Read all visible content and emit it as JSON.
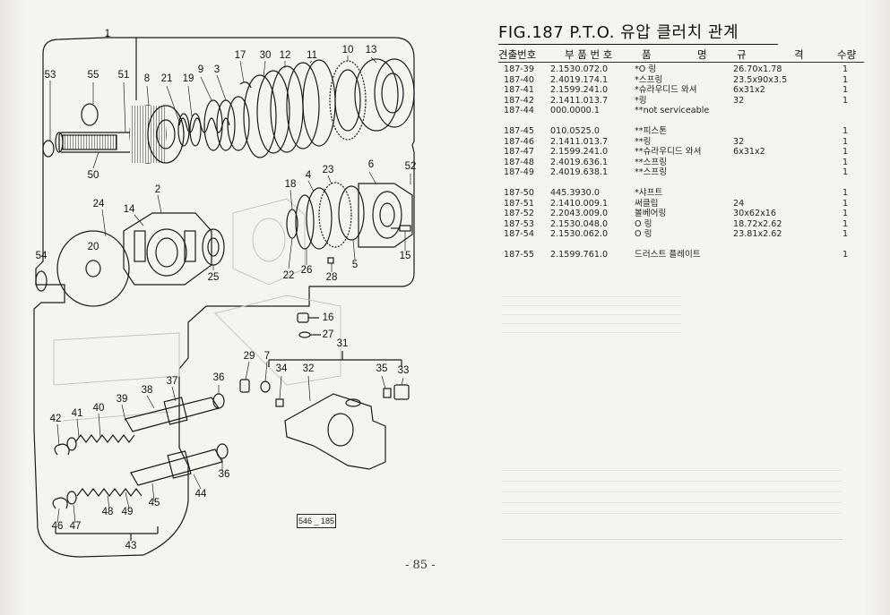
{
  "figure": {
    "title": "FIG.187 P.T.O. 유압 클러치 관계",
    "ref_code": "546 _ 185",
    "page_number": "- 85 -"
  },
  "columns": {
    "index": "견출번호",
    "part_number": "부 품 번 호",
    "name_left": "품",
    "name_right": "명",
    "spec_left": "규",
    "spec_right": "격",
    "qty": "수량"
  },
  "parts": [
    {
      "index": "187-39",
      "part_number": "2.1530.072.0",
      "name": "*O 링",
      "spec": "26.70x1.78",
      "qty": "1",
      "gap": false
    },
    {
      "index": "187-40",
      "part_number": "2.4019.174.1",
      "name": "*스프링",
      "spec": "23.5x90x3.5",
      "qty": "1",
      "gap": false
    },
    {
      "index": "187-41",
      "part_number": "2.1599.241.0",
      "name": "*슈라우디드 와셔",
      "spec": "6x31x2",
      "qty": "1",
      "gap": false
    },
    {
      "index": "187-42",
      "part_number": "2.1411.013.7",
      "name": "*링",
      "spec": "32",
      "qty": "1",
      "gap": false
    },
    {
      "index": "187-44",
      "part_number": "000.0000.1",
      "name": "**not serviceable",
      "spec": "",
      "qty": "",
      "gap": false
    },
    {
      "index": "187-45",
      "part_number": "010.0525.0",
      "name": "**피스톤",
      "spec": "",
      "qty": "1",
      "gap": true
    },
    {
      "index": "187-46",
      "part_number": "2.1411.013.7",
      "name": "**링",
      "spec": "32",
      "qty": "1",
      "gap": false
    },
    {
      "index": "187-47",
      "part_number": "2.1599.241.0",
      "name": "**슈라우디드 와셔",
      "spec": "6x31x2",
      "qty": "1",
      "gap": false
    },
    {
      "index": "187-48",
      "part_number": "2.4019.636.1",
      "name": "**스프링",
      "spec": "",
      "qty": "1",
      "gap": false
    },
    {
      "index": "187-49",
      "part_number": "2.4019.638.1",
      "name": "**스프링",
      "spec": "",
      "qty": "1",
      "gap": false
    },
    {
      "index": "187-50",
      "part_number": "445.3930.0",
      "name": "*샤프트",
      "spec": "",
      "qty": "1",
      "gap": true
    },
    {
      "index": "187-51",
      "part_number": "2.1410.009.1",
      "name": "써클립",
      "spec": "24",
      "qty": "1",
      "gap": false
    },
    {
      "index": "187-52",
      "part_number": "2.2043.009.0",
      "name": "볼베어링",
      "spec": "30x62x16",
      "qty": "1",
      "gap": false
    },
    {
      "index": "187-53",
      "part_number": "2.1530.048.0",
      "name": "O 링",
      "spec": "18.72x2.62",
      "qty": "1",
      "gap": false
    },
    {
      "index": "187-54",
      "part_number": "2.1530.062.0",
      "name": "O 링",
      "spec": "23.81x2.62",
      "qty": "1",
      "gap": false
    },
    {
      "index": "187-55",
      "part_number": "2.1599.761.0",
      "name": "드러스트 플레이트",
      "spec": "",
      "qty": "1",
      "gap": true
    }
  ],
  "callouts": [
    {
      "label": "1"
    },
    {
      "label": "53"
    },
    {
      "label": "55"
    },
    {
      "label": "51"
    },
    {
      "label": "8"
    },
    {
      "label": "21"
    },
    {
      "label": "19"
    },
    {
      "label": "9"
    },
    {
      "label": "3"
    },
    {
      "label": "17"
    },
    {
      "label": "30"
    },
    {
      "label": "12"
    },
    {
      "label": "11"
    },
    {
      "label": "10"
    },
    {
      "label": "13"
    },
    {
      "label": "50"
    },
    {
      "label": "52"
    },
    {
      "label": "6"
    },
    {
      "label": "23"
    },
    {
      "label": "18"
    },
    {
      "label": "4"
    },
    {
      "label": "24"
    },
    {
      "label": "14"
    },
    {
      "label": "2"
    },
    {
      "label": "20"
    },
    {
      "label": "54"
    },
    {
      "label": "25"
    },
    {
      "label": "22"
    },
    {
      "label": "26"
    },
    {
      "label": "28"
    },
    {
      "label": "5"
    },
    {
      "label": "15"
    },
    {
      "label": "16"
    },
    {
      "label": "27"
    },
    {
      "label": "31"
    },
    {
      "label": "29"
    },
    {
      "label": "7"
    },
    {
      "label": "34"
    },
    {
      "label": "32"
    },
    {
      "label": "35"
    },
    {
      "label": "33"
    },
    {
      "label": "36"
    },
    {
      "label": "37"
    },
    {
      "label": "38"
    },
    {
      "label": "39"
    },
    {
      "label": "40"
    },
    {
      "label": "41"
    },
    {
      "label": "42"
    },
    {
      "label": "36"
    },
    {
      "label": "44"
    },
    {
      "label": "45"
    },
    {
      "label": "49"
    },
    {
      "label": "48"
    },
    {
      "label": "47"
    },
    {
      "label": "46"
    },
    {
      "label": "43"
    }
  ]
}
